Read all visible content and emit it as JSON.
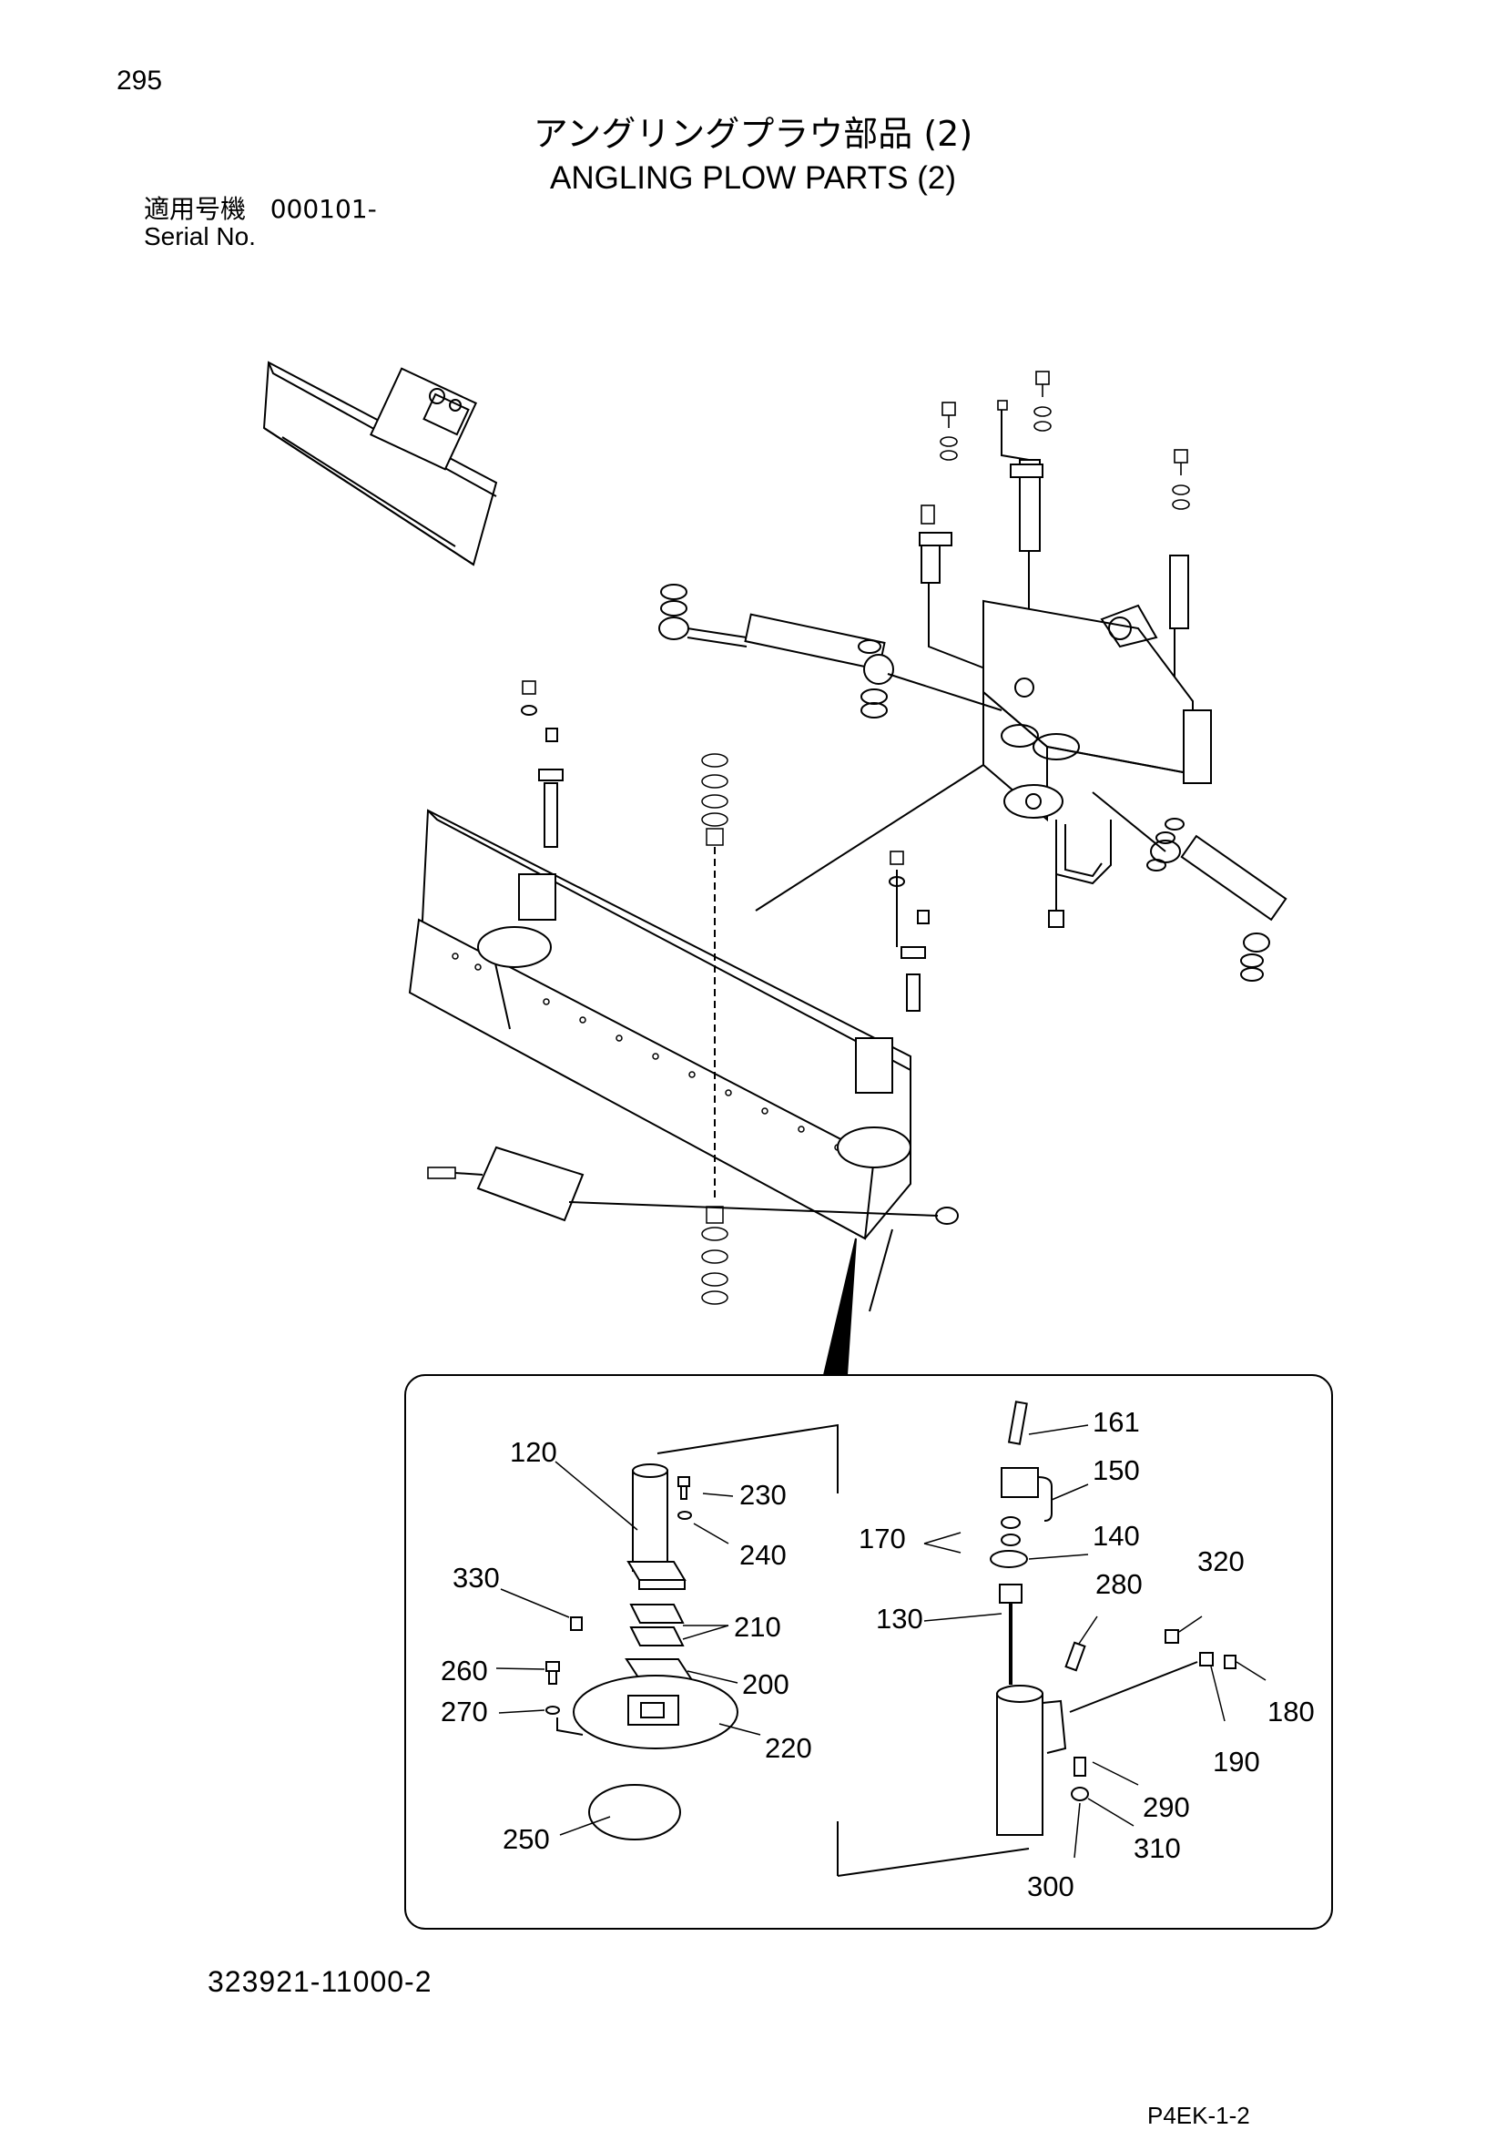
{
  "page_number": "295",
  "title_jp": "アングリングプラウ部品 (2)",
  "title_en": "ANGLING PLOW PARTS (2)",
  "serial": {
    "label_jp": "適用号機",
    "value": "000101-",
    "label_en": "Serial No."
  },
  "callouts": [
    "120",
    "230",
    "240",
    "330",
    "210",
    "200",
    "260",
    "270",
    "220",
    "250",
    "161",
    "150",
    "170",
    "140",
    "130",
    "280",
    "320",
    "180",
    "190",
    "290",
    "310",
    "300"
  ],
  "drawing_code": "323921-11000-2",
  "page_code": "P4EK-1-2"
}
